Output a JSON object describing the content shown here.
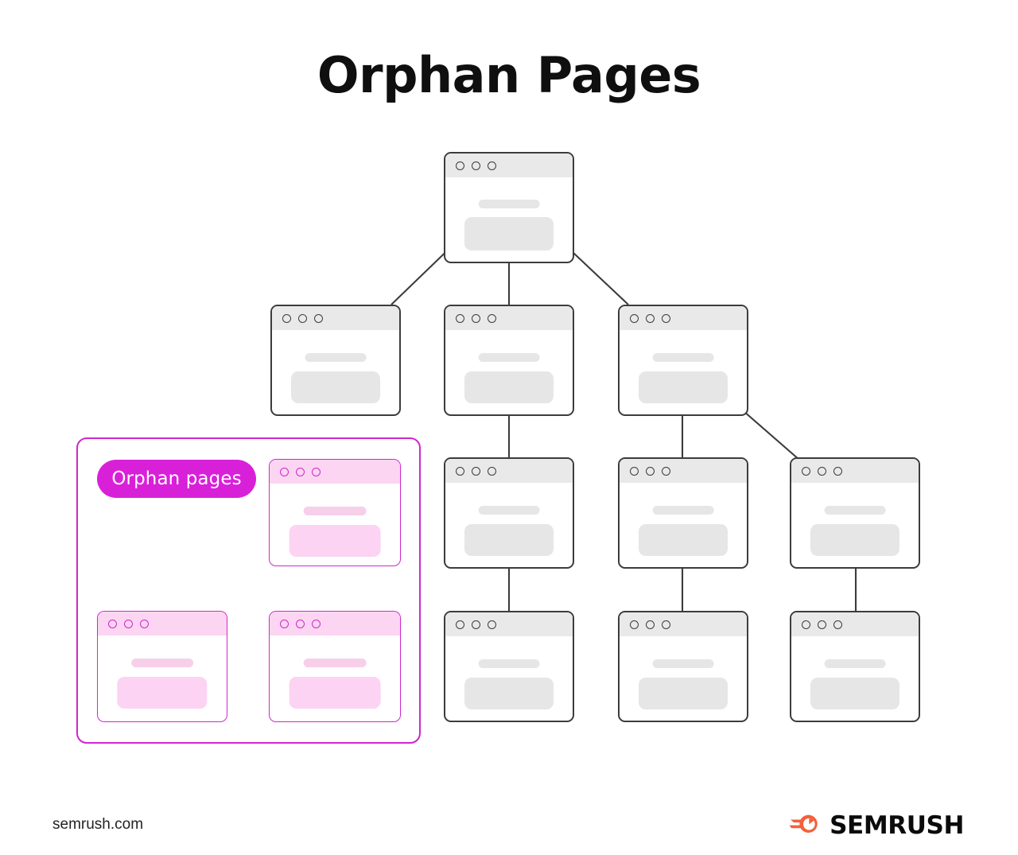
{
  "page": {
    "title": "Orphan Pages",
    "background": "#ffffff"
  },
  "colors": {
    "accent_magenta": "#d920d9",
    "border_magenta": "#cf27cf",
    "card_pink_titlebar": "#fbd5f2",
    "card_pink_block": "#fcd3f2",
    "card_grey_titlebar": "#e9e9e9",
    "card_grey_block": "#e6e6e6",
    "card_border_dark": "#3c3c3c",
    "brand_orange": "#f4603a",
    "text_dark": "#0f0f0f"
  },
  "diagram": {
    "type": "site-architecture-tree",
    "root": {
      "id": "root",
      "label": ""
    },
    "levels": [
      {
        "level": 1,
        "nodes": [
          "home"
        ]
      },
      {
        "level": 2,
        "nodes": [
          "category-1",
          "category-2",
          "category-3"
        ]
      },
      {
        "level": 3,
        "nodes": [
          "page-2a",
          "page-3a",
          "page-3b"
        ]
      },
      {
        "level": 4,
        "nodes": [
          "page-2b",
          "page-3c",
          "page-3d"
        ]
      }
    ],
    "connections": [
      {
        "from": "home",
        "to": "category-1"
      },
      {
        "from": "home",
        "to": "category-2"
      },
      {
        "from": "home",
        "to": "category-3"
      },
      {
        "from": "category-2",
        "to": "page-2a"
      },
      {
        "from": "category-3",
        "to": "page-3a"
      },
      {
        "from": "category-3",
        "to": "page-3b"
      },
      {
        "from": "page-2a",
        "to": "page-2b"
      },
      {
        "from": "page-3a",
        "to": "page-3c"
      },
      {
        "from": "page-3b",
        "to": "page-3d"
      }
    ]
  },
  "orphan_group": {
    "badge_label": "Orphan pages",
    "card_count": 3,
    "note": "three disconnected pink browser cards inside a magenta outlined container"
  },
  "cards": {
    "dot_count": 3,
    "dots": [
      "window-dot",
      "window-dot",
      "window-dot"
    ]
  },
  "footer": {
    "url": "semrush.com",
    "brand_name": "SEMRUSH",
    "brand_icon": "semrush-comet-logo"
  }
}
